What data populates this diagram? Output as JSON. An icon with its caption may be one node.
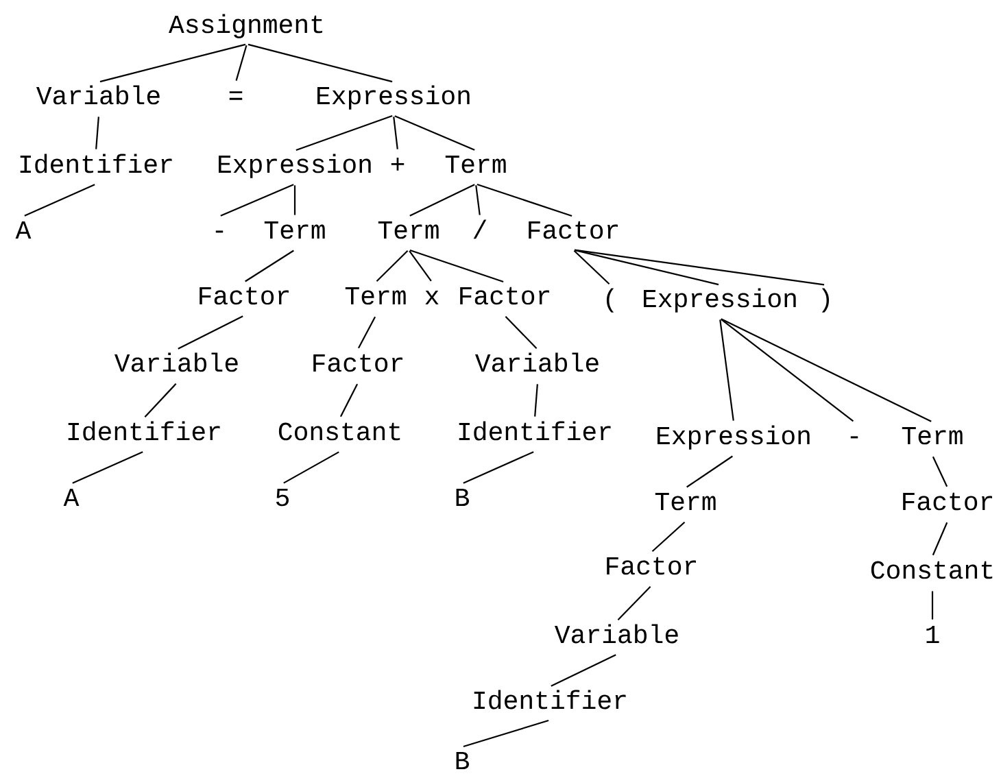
{
  "diagram": {
    "nodes": [
      {
        "text": [
          "Assignment"
        ]
      },
      {
        "text": [
          "Variable"
        ]
      },
      {
        "text": [
          "="
        ]
      },
      {
        "text": [
          "Expression"
        ]
      },
      {
        "text": [
          "Identifier"
        ]
      },
      {
        "text": [
          "Expression"
        ]
      },
      {
        "text": [
          "+"
        ]
      },
      {
        "text": [
          "Term"
        ]
      },
      {
        "text": [
          "A"
        ]
      },
      {
        "text": [
          "-"
        ]
      },
      {
        "text": [
          "Term"
        ]
      },
      {
        "text": [
          "Term"
        ]
      },
      {
        "text": [
          "/"
        ]
      },
      {
        "text": [
          "Factor"
        ]
      },
      {
        "text": [
          "Factor"
        ]
      },
      {
        "text": [
          "Term"
        ]
      },
      {
        "text": [
          "x"
        ]
      },
      {
        "text": [
          "Factor"
        ]
      },
      {
        "text": [
          "("
        ]
      },
      {
        "text": [
          "Expression"
        ]
      },
      {
        "text": [
          ")"
        ]
      },
      {
        "text": [
          "Variable"
        ]
      },
      {
        "text": [
          "Factor"
        ]
      },
      {
        "text": [
          "Variable"
        ]
      },
      {
        "text": [
          "Identifier"
        ]
      },
      {
        "text": [
          "Constant"
        ]
      },
      {
        "text": [
          "Identifier"
        ]
      },
      {
        "text": [
          "Expression"
        ]
      },
      {
        "text": [
          "-"
        ]
      },
      {
        "text": [
          "Term"
        ]
      },
      {
        "text": [
          "A"
        ]
      },
      {
        "text": [
          "5"
        ]
      },
      {
        "text": [
          "B"
        ]
      },
      {
        "text": [
          "Term"
        ]
      },
      {
        "text": [
          "Factor"
        ]
      },
      {
        "text": [
          "Factor"
        ]
      },
      {
        "text": [
          "Constant"
        ]
      },
      {
        "text": [
          "Variable"
        ]
      },
      {
        "text": [
          "1"
        ]
      },
      {
        "text": [
          "Identifier"
        ]
      },
      {
        "text": [
          "B"
        ]
      }
    ],
    "edges": [
      {
        "from": 0,
        "to": 1,
        "arrow": "none"
      },
      {
        "from": 0,
        "to": 2,
        "arrow": "none"
      },
      {
        "from": 0,
        "to": 3,
        "arrow": "none"
      },
      {
        "from": 1,
        "to": 4,
        "arrow": "none"
      },
      {
        "from": 3,
        "to": 5,
        "arrow": "none"
      },
      {
        "from": 3,
        "to": 6,
        "arrow": "none"
      },
      {
        "from": 3,
        "to": 7,
        "arrow": "none"
      },
      {
        "from": 4,
        "to": 8,
        "arrow": "none"
      },
      {
        "from": 5,
        "to": 9,
        "arrow": "none"
      },
      {
        "from": 5,
        "to": 10,
        "arrow": "none"
      },
      {
        "from": 7,
        "to": 11,
        "arrow": "none"
      },
      {
        "from": 7,
        "to": 12,
        "arrow": "none"
      },
      {
        "from": 7,
        "to": 13,
        "arrow": "none"
      },
      {
        "from": 10,
        "to": 14,
        "arrow": "none"
      },
      {
        "from": 11,
        "to": 15,
        "arrow": "none"
      },
      {
        "from": 11,
        "to": 16,
        "arrow": "none"
      },
      {
        "from": 11,
        "to": 17,
        "arrow": "none"
      },
      {
        "from": 13,
        "to": 18,
        "arrow": "none"
      },
      {
        "from": 13,
        "to": 19,
        "arrow": "none"
      },
      {
        "from": 13,
        "to": 20,
        "arrow": "none"
      },
      {
        "from": 14,
        "to": 21,
        "arrow": "none"
      },
      {
        "from": 15,
        "to": 22,
        "arrow": "none"
      },
      {
        "from": 17,
        "to": 23,
        "arrow": "none"
      },
      {
        "from": 19,
        "to": 27,
        "arrow": "none"
      },
      {
        "from": 19,
        "to": 28,
        "arrow": "none"
      },
      {
        "from": 19,
        "to": 29,
        "arrow": "none"
      },
      {
        "from": 21,
        "to": 24,
        "arrow": "none"
      },
      {
        "from": 22,
        "to": 25,
        "arrow": "none"
      },
      {
        "from": 23,
        "to": 26,
        "arrow": "none"
      },
      {
        "from": 24,
        "to": 30,
        "arrow": "none"
      },
      {
        "from": 25,
        "to": 31,
        "arrow": "none"
      },
      {
        "from": 26,
        "to": 32,
        "arrow": "none"
      },
      {
        "from": 27,
        "to": 33,
        "arrow": "none"
      },
      {
        "from": 29,
        "to": 34,
        "arrow": "none"
      },
      {
        "from": 33,
        "to": 35,
        "arrow": "none"
      },
      {
        "from": 34,
        "to": 36,
        "arrow": "none"
      },
      {
        "from": 35,
        "to": 37,
        "arrow": "none"
      },
      {
        "from": 36,
        "to": 38,
        "arrow": "none"
      },
      {
        "from": 37,
        "to": 39,
        "arrow": "none"
      },
      {
        "from": 39,
        "to": 40,
        "arrow": "none"
      }
    ]
  }
}
